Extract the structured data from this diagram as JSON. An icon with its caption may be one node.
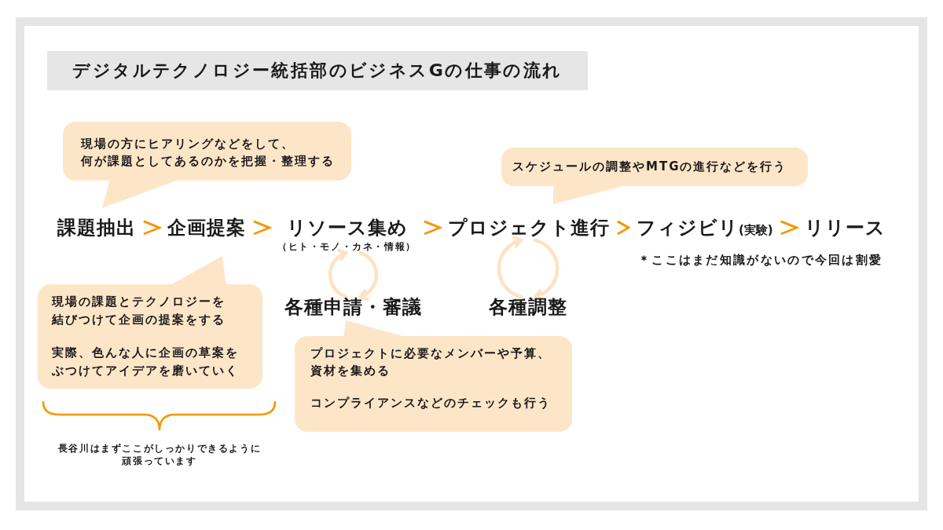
{
  "diagram": {
    "title": "デジタルテクノロジー統括部のビジネスGの仕事の流れ",
    "nodes": [
      {
        "text": [
          "現場の方にヒアリングなどをして、何が課題としてあるのかを把握・整理する"
        ]
      },
      {
        "text": [
          "スケジュールの調整やMTGの進行などを行う"
        ]
      },
      {
        "text": [
          "課題抽出"
        ]
      },
      {
        "text": [
          "企画提案"
        ]
      },
      {
        "text": [
          "リソース集め",
          "（ヒト・モノ・カネ・情報）"
        ]
      },
      {
        "text": [
          "プロジェクト進行"
        ]
      },
      {
        "text": [
          "フィジビリ",
          "(実験)"
        ]
      },
      {
        "text": [
          "リリース"
        ]
      },
      {
        "text": [
          "各種申請・審議"
        ]
      },
      {
        "text": [
          "各種調整"
        ]
      },
      {
        "text": [
          "現場の課題とテクノロジーを結びつけて企画の提案をする",
          "実際、色んな人に企画の草案をぶつけてアイデアを磨いていく"
        ]
      },
      {
        "text": [
          "プロジェクトに必要なメンバーや予算、資材を集める",
          "コンプライアンスなどのチェックも行う"
        ]
      }
    ],
    "edges": [
      {
        "from": 2,
        "to": 3,
        "arrow": "to"
      },
      {
        "from": 3,
        "to": 4,
        "arrow": "to"
      },
      {
        "from": 4,
        "to": 5,
        "arrow": "to"
      },
      {
        "from": 5,
        "to": 6,
        "arrow": "to"
      },
      {
        "from": 6,
        "to": 7,
        "arrow": "to"
      },
      {
        "from": 8,
        "to": 4,
        "arrow": "to",
        "color": "#fde3c2"
      },
      {
        "from": 4,
        "to": 8,
        "arrow": "to",
        "color": "#fde3c2"
      },
      {
        "from": 9,
        "to": 5,
        "arrow": "to",
        "color": "#fde3c2"
      },
      {
        "from": 5,
        "to": 9,
        "arrow": "to",
        "color": "#fde3c2"
      }
    ],
    "labels": [
      "＊ここはまだ知識がないので今回は割愛",
      "長谷川はまずここがしっかりできるように頑張っています"
    ]
  }
}
